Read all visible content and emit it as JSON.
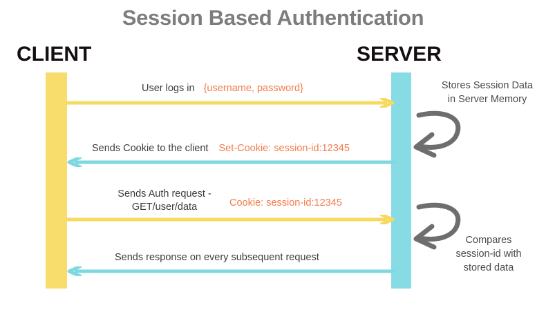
{
  "diagram": {
    "title": "Session Based Authentication",
    "type": "sequence-diagram",
    "colors": {
      "client_lifeline": "#f8dd6d",
      "server_lifeline": "#87dbe4",
      "request_arrow": "#f6d961",
      "response_arrow": "#7fd8e0",
      "payload_text": "#f47b4a",
      "title_text": "#7d7d7d",
      "body_text": "#3b3b3b",
      "annotation_arrow": "#6e6e6e"
    },
    "actors": [
      {
        "id": "client",
        "label": "CLIENT"
      },
      {
        "id": "server",
        "label": "SERVER"
      }
    ],
    "messages": [
      {
        "id": "login",
        "direction": "client-to-server",
        "label": "User logs in",
        "payload": "{username, password}",
        "arrow_color": "#f6d961"
      },
      {
        "id": "set-cookie",
        "direction": "server-to-client",
        "label": "Sends Cookie to the client",
        "payload": "Set-Cookie: session-id:12345",
        "arrow_color": "#7fd8e0"
      },
      {
        "id": "auth-request",
        "direction": "client-to-server",
        "label_line1": "Sends Auth request -",
        "label_line2": "GET/user/data",
        "payload": "Cookie: session-id:12345",
        "arrow_color": "#f6d961"
      },
      {
        "id": "response",
        "direction": "server-to-client",
        "label": "Sends response on every subsequent request",
        "payload": "",
        "arrow_color": "#7fd8e0"
      }
    ],
    "annotations": [
      {
        "id": "stores-session",
        "line1": "Stores Session Data",
        "line2": "in Server Memory",
        "line3": ""
      },
      {
        "id": "compares-session",
        "line1": "Compares",
        "line2": "session-id with",
        "line3": "stored data"
      }
    ]
  }
}
